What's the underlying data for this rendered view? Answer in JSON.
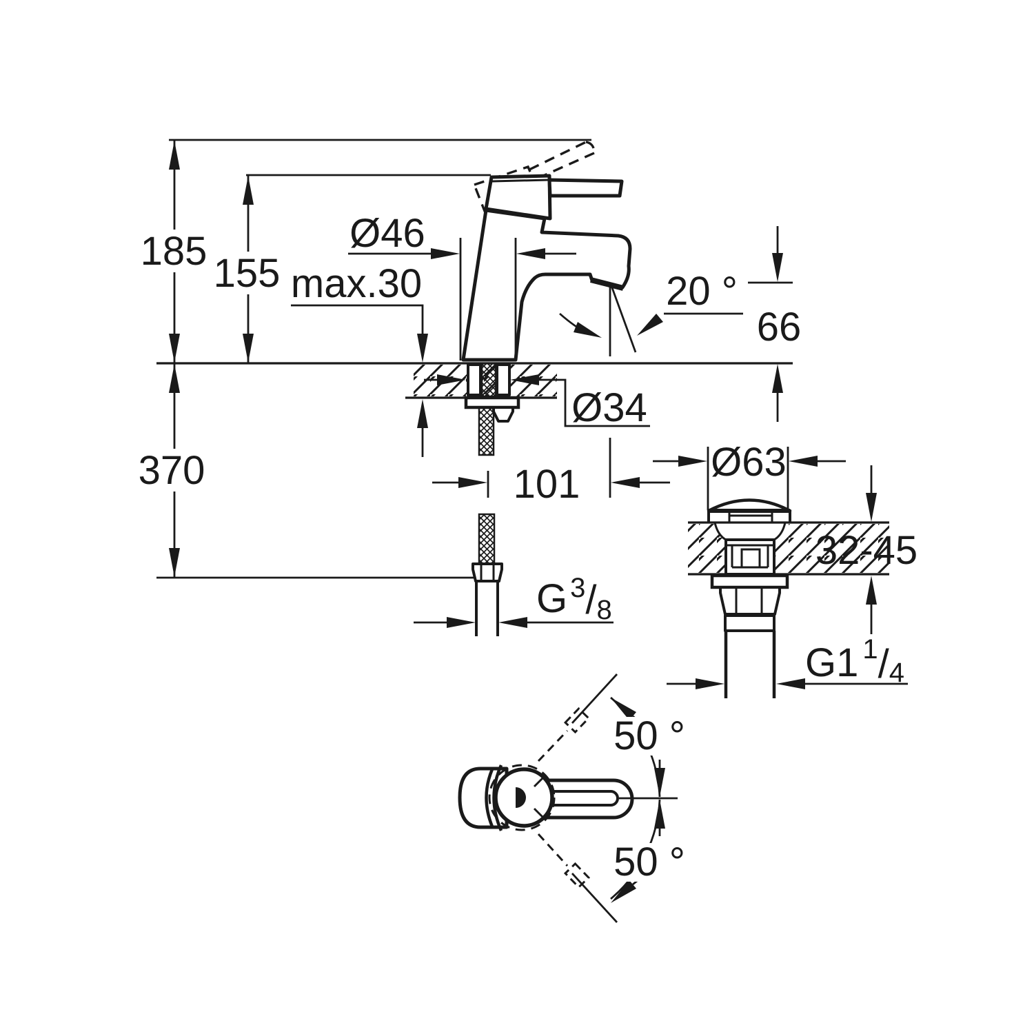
{
  "drawing": {
    "type": "technical-dimension-drawing",
    "subject": "single-lever basin mixer tap with pop-up waste, side view, drain detail and handle swing top view",
    "background": "#ffffff",
    "line_color": "#1a1a1a"
  },
  "labels": {
    "height_total": "185",
    "height_to_spout_top": "155",
    "base_diameter": "Ø46",
    "max_deck_thickness": "max.30",
    "spout_angle": "20 °",
    "spout_outlet_height": "66",
    "hole_diameter": "Ø34",
    "hose_length_below_deck": "370",
    "spout_reach": "101",
    "drain_cap_diameter": "Ø63",
    "drain_deck_range": "32-45",
    "supply_thread": {
      "prefix": "G",
      "numerator": "3",
      "slash": "/",
      "denominator": "8"
    },
    "drain_thread": {
      "prefix": "G1",
      "numerator": "1",
      "slash": "/",
      "denominator": "4"
    },
    "handle_swing_upper": "50 °",
    "handle_swing_lower": "50 °"
  }
}
